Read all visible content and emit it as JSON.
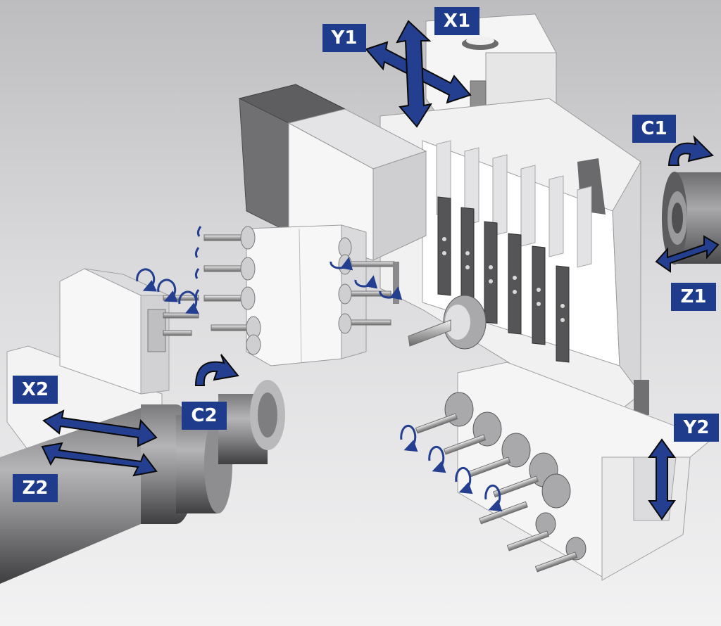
{
  "axes": {
    "x1": "X1",
    "y1": "Y1",
    "c1": "C1",
    "z1": "Z1",
    "x2": "X2",
    "c2": "C2",
    "z2": "Z2",
    "y2": "Y2"
  },
  "colors": {
    "label_bg": "#1f3c8c",
    "label_text": "#ffffff",
    "arrow": "#243f8f",
    "arrow_shadow": "#0a0a0a"
  }
}
